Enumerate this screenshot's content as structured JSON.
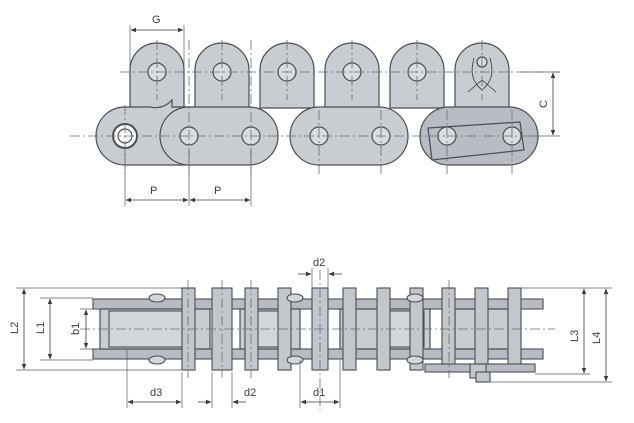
{
  "labels": {
    "G": "G",
    "C": "C",
    "P1": "P",
    "P2": "P",
    "d2_top": "d2",
    "d3": "d3",
    "d2_bottom": "d2",
    "d1": "d1",
    "b1": "b1",
    "L1": "L1",
    "L2": "L2",
    "L3": "L3",
    "L4": "L4"
  }
}
